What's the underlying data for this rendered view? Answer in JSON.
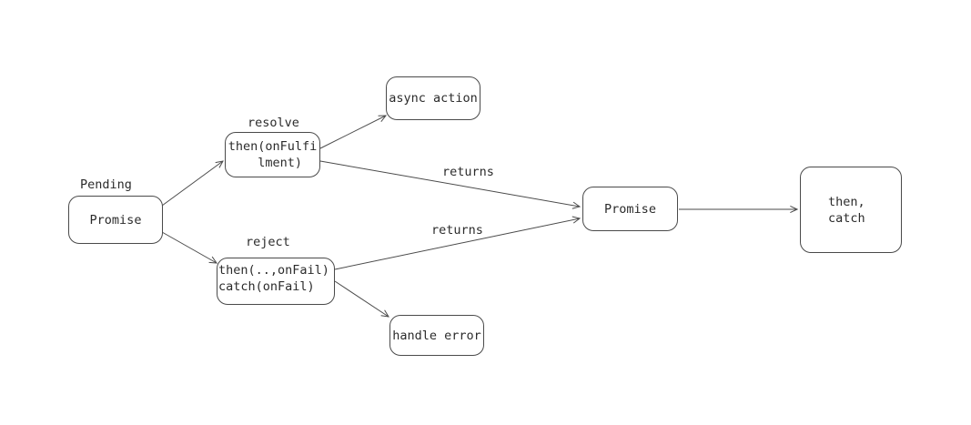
{
  "diagram": {
    "title": "JavaScript Promise flow diagram",
    "background_color": "#ffffff",
    "stroke_color": "#4a4a4a",
    "text_color": "#2b2b2b",
    "nodes": {
      "pending_promise": {
        "label": "Promise"
      },
      "resolve_handler": {
        "label": "then(onFulfi\n  lment)"
      },
      "reject_handler": {
        "label": "then(..,onFail)\ncatch(onFail)"
      },
      "async_action": {
        "label": "async action"
      },
      "handle_error": {
        "label": "handle error"
      },
      "returned_promise": {
        "label": "Promise"
      },
      "then_catch": {
        "label": "then,\ncatch"
      }
    },
    "state_labels": {
      "pending": "Pending",
      "resolve": "resolve",
      "reject": "reject"
    },
    "edge_labels": {
      "returns_top": "returns",
      "returns_bottom": "returns"
    }
  }
}
